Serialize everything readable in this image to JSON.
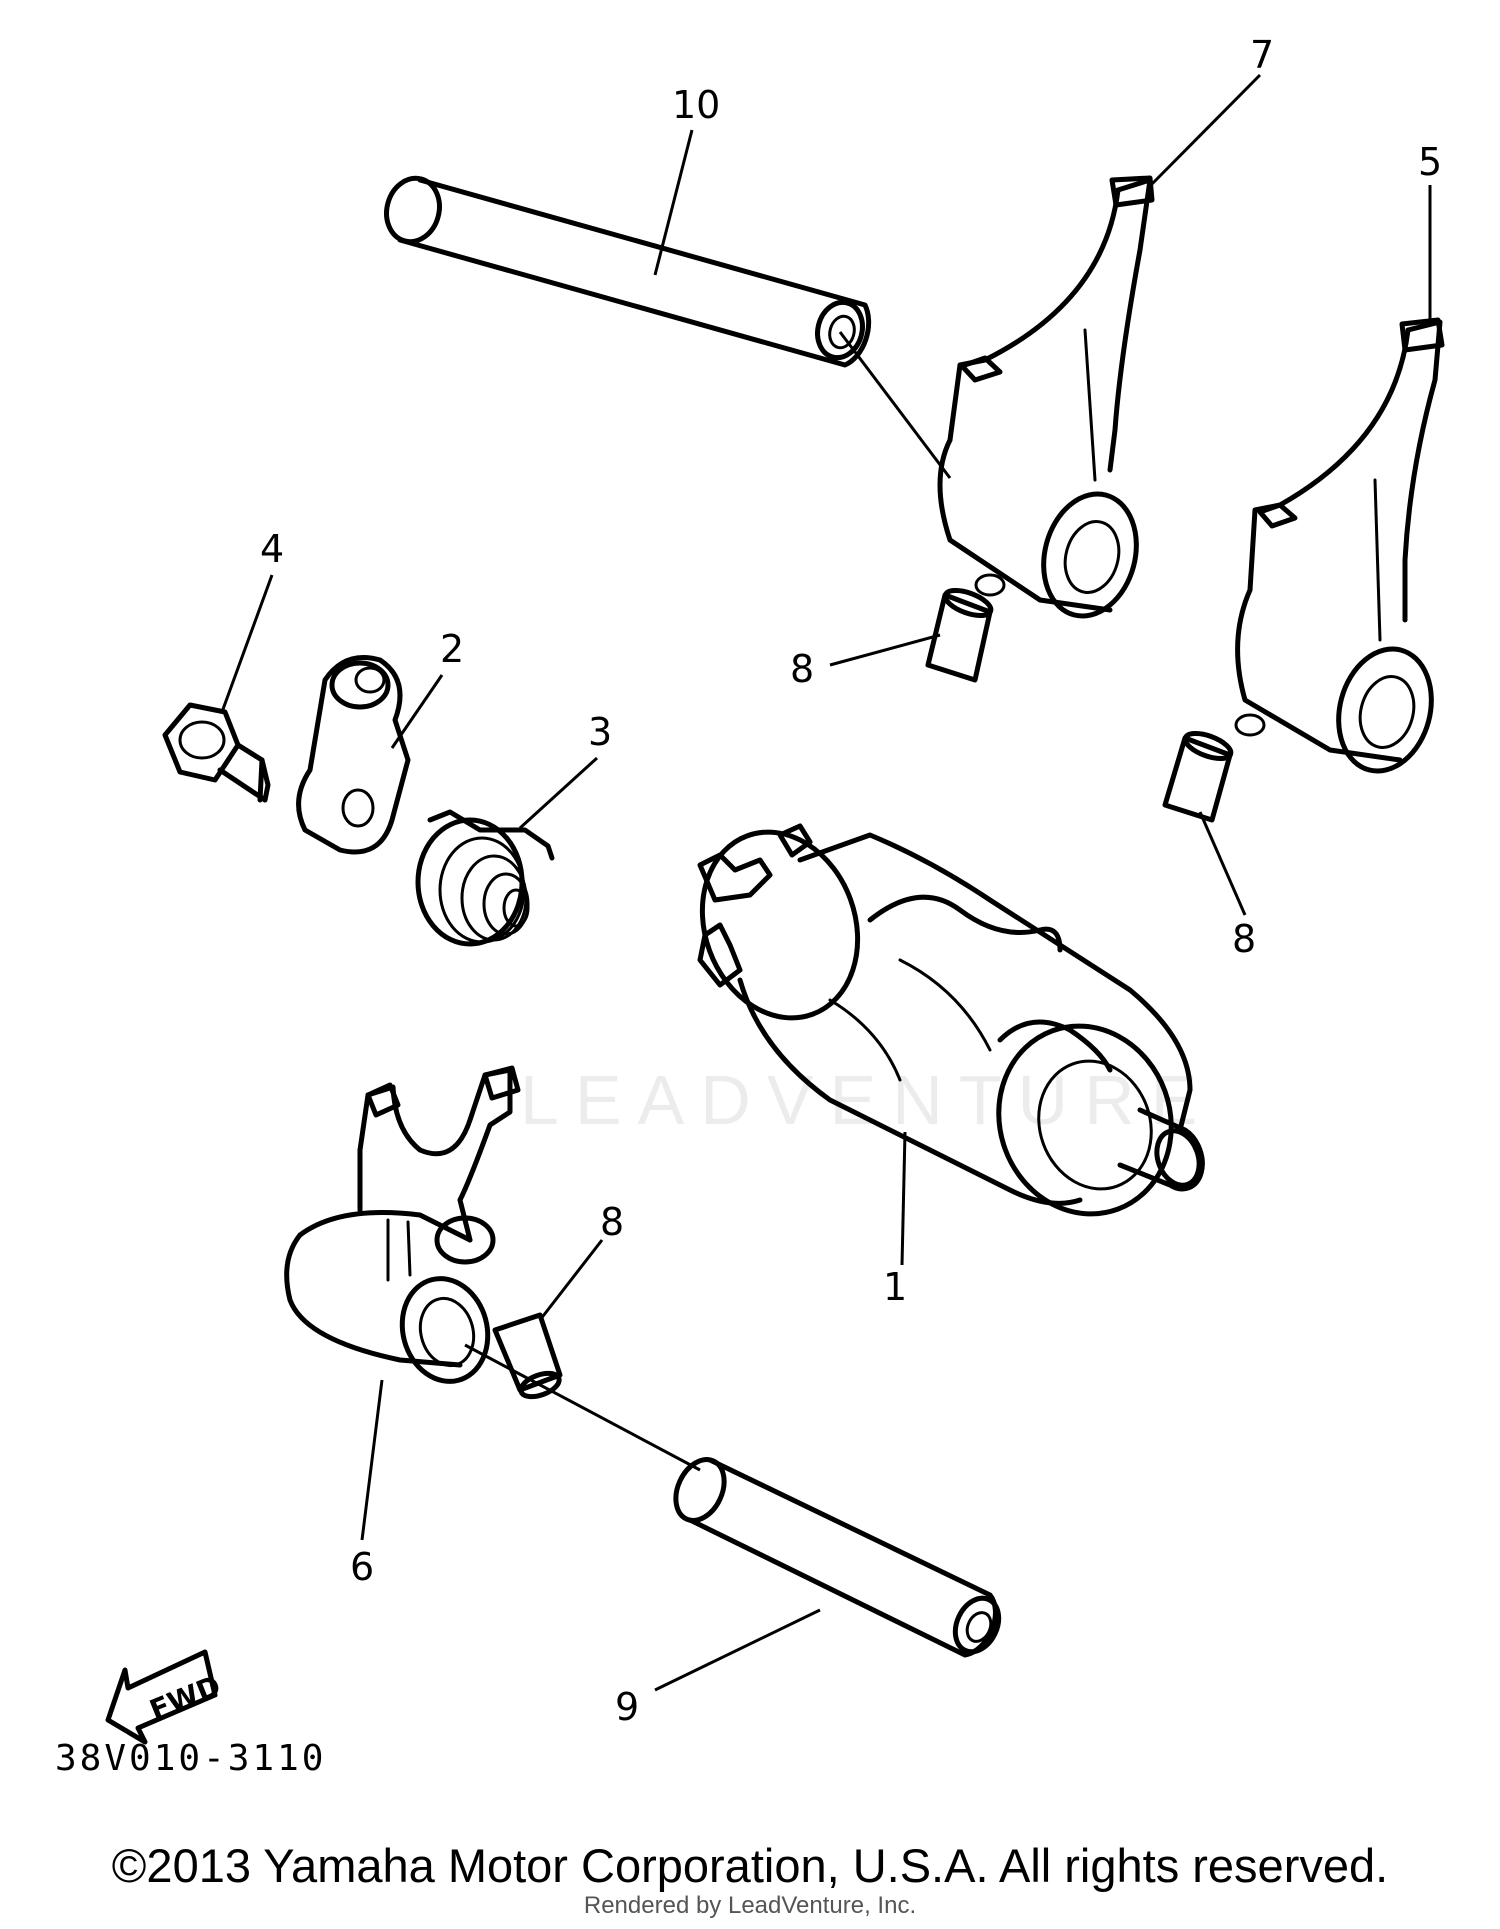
{
  "callouts": {
    "c1": "1",
    "c2": "2",
    "c3": "3",
    "c4": "4",
    "c5": "5",
    "c6": "6",
    "c7": "7",
    "c8a": "8",
    "c8b": "8",
    "c8c": "8",
    "c9": "9",
    "c10": "10"
  },
  "fwd_label": "FWD",
  "drawing_code": "38V010-3110",
  "watermark": "LEADVENTURE",
  "copyright": "©2013 Yamaha Motor Corporation, U.S.A. All rights reserved.",
  "rendered_by": "Rendered by LeadVenture, Inc."
}
